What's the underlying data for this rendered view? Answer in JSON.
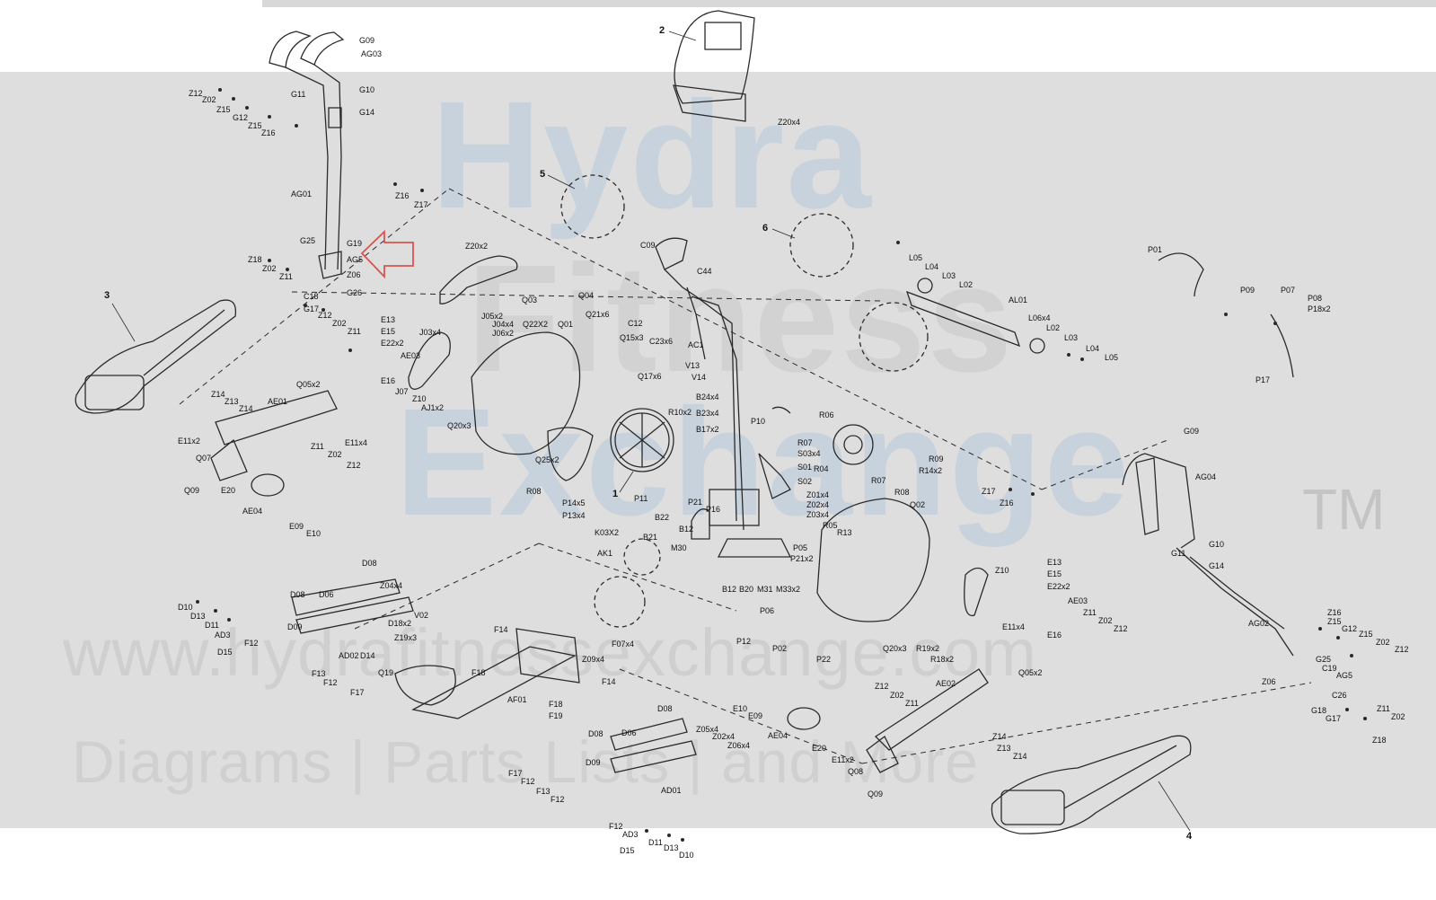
{
  "watermark": {
    "brand_1": "Hydra",
    "brand_2": "Fitness",
    "brand_3": "Exchange",
    "trademark": "TM",
    "url": "www.hydrafitnessexchange.com",
    "tagline": "Diagrams | Parts Lists | and More"
  },
  "colors": {
    "band": "#dedede",
    "line": "#2a2a2a",
    "highlight_arrow": "#d9534f"
  },
  "callouts": {
    "assembly_numbers": [
      "1",
      "2",
      "3",
      "4",
      "5",
      "6"
    ]
  },
  "parts": {
    "l001": "G09",
    "l002": "AG03",
    "l003": "Z12",
    "l004": "Z02",
    "l005": "Z15",
    "l006": "G12",
    "l007": "Z15",
    "l008": "Z16",
    "l009": "G11",
    "l010": "G10",
    "l011": "G14",
    "l012": "AG01",
    "l013": "Z16",
    "l014": "Z17",
    "l015": "G25",
    "l016": "G19",
    "l017": "AG5",
    "l018": "Z18",
    "l019": "Z02",
    "l020": "Z11",
    "l021": "Z06",
    "l022": "C18",
    "l023": "G26",
    "l024": "G17",
    "l025": "Z12",
    "l026": "Z02",
    "l027": "Z11",
    "l028": "E13",
    "l029": "E15",
    "l030": "E22x2",
    "l031": "AE03",
    "l032": "E16",
    "l033": "Q05x2",
    "l034": "Z14",
    "l035": "Z13",
    "l036": "Z14",
    "l037": "AE01",
    "l038": "E11x2",
    "l039": "Q07",
    "l040": "Q09",
    "l041": "E20",
    "l042": "Z11",
    "l043": "Z02",
    "l044": "Z12",
    "l045": "E11x4",
    "l046": "AE04",
    "l047": "E09",
    "l048": "E10",
    "l049": "Z20x2",
    "l050": "Q03",
    "l051": "Q04",
    "l052": "J03x4",
    "l053": "J07",
    "l054": "Z10",
    "l055": "AJ1x2",
    "l056": "J05x2",
    "l057": "J04x4",
    "l058": "J06x2",
    "l059": "Q22X2",
    "l060": "Q01",
    "l061": "Q21x6",
    "l062": "Q15x3",
    "l063": "Q17x6",
    "l064": "Q20x3",
    "l065": "Q25x2",
    "l066": "R08",
    "l067": "C09",
    "l068": "C44",
    "l069": "C12",
    "l070": "C23x6",
    "l071": "AC1",
    "l072": "V13",
    "l073": "V14",
    "l074": "B24x4",
    "l075": "B23x4",
    "l076": "B17x2",
    "l077": "R10x2",
    "l078": "P10",
    "l079": "R06",
    "l080": "R07",
    "l081": "S03x4",
    "l082": "S01",
    "l083": "R04",
    "l084": "S02",
    "l085": "R09",
    "l086": "R14x2",
    "l087": "R07",
    "l088": "R08",
    "l089": "Z01x4",
    "l090": "Z02x4",
    "l091": "Z03x4",
    "l092": "R05",
    "l093": "R13",
    "l094": "P05",
    "l095": "P21x2",
    "l096": "M33x2",
    "l097": "M31",
    "l098": "B20",
    "l099": "B12",
    "l100": "M30",
    "l101": "B12",
    "l102": "B21",
    "l103": "B22",
    "l104": "P21",
    "l105": "P16",
    "l106": "P14x5",
    "l107": "P13x4",
    "l108": "K03X2",
    "l109": "P11",
    "l110": "AK1",
    "l111": "Z20x4",
    "l112": "L05",
    "l113": "L04",
    "l114": "L03",
    "l115": "L02",
    "l116": "AL01",
    "l117": "L06x4",
    "l118": "L02",
    "l119": "L03",
    "l120": "L04",
    "l121": "L05",
    "l122": "P01",
    "l123": "P09",
    "l124": "P07",
    "l125": "P08",
    "l126": "P18x2",
    "l127": "P17",
    "l128": "Q02",
    "l129": "Z17",
    "l130": "Z16",
    "l131": "G09",
    "l132": "AG04",
    "l133": "G11",
    "l134": "G10",
    "l135": "G14",
    "l136": "AG02",
    "l137": "Z16",
    "l138": "Z15",
    "l139": "G12",
    "l140": "Z15",
    "l141": "Z02",
    "l142": "Z12",
    "l143": "G25",
    "l144": "C19",
    "l145": "AG5",
    "l146": "Z06",
    "l147": "C26",
    "l148": "G18",
    "l149": "G17",
    "l150": "Z11",
    "l151": "Z02",
    "l152": "Z18",
    "l153": "Z10",
    "l154": "E13",
    "l155": "E15",
    "l156": "E22x2",
    "l157": "AE03",
    "l158": "Z11",
    "l159": "Z02",
    "l160": "Z12",
    "l161": "E11x4",
    "l162": "E16",
    "l163": "Q20x3",
    "l164": "R19x2",
    "l165": "R18x2",
    "l166": "P06",
    "l167": "P12",
    "l168": "P02",
    "l169": "P22",
    "l170": "Q05x2",
    "l171": "Z12",
    "l172": "Z02",
    "l173": "Z11",
    "l174": "AE02",
    "l175": "Z14",
    "l176": "Z13",
    "l177": "Z14",
    "l178": "E11x2",
    "l179": "Q08",
    "l180": "Q09",
    "l181": "E20",
    "l182": "AE04",
    "l183": "E10",
    "l184": "E09",
    "l185": "D08",
    "l186": "Z04x4",
    "l187": "D08",
    "l188": "D06",
    "l189": "D10",
    "l190": "D13",
    "l191": "D11",
    "l192": "AD3",
    "l193": "F12",
    "l194": "D15",
    "l195": "D09",
    "l196": "V02",
    "l197": "D18x2",
    "l198": "Z19x3",
    "l199": "AD02",
    "l200": "D14",
    "l201": "F13",
    "l202": "F12",
    "l203": "F17",
    "l204": "Q19",
    "l205": "F14",
    "l206": "F07x4",
    "l207": "Z09x4",
    "l208": "F14",
    "l209": "F18",
    "l210": "AF01",
    "l211": "F18",
    "l212": "F19",
    "l213": "D08",
    "l214": "D08",
    "l215": "D06",
    "l216": "Z05x4",
    "l217": "Z02x4",
    "l218": "Z06x4",
    "l219": "D09",
    "l220": "F17",
    "l221": "F12",
    "l222": "F13",
    "l223": "F12",
    "l224": "AD01",
    "l225": "F12",
    "l226": "AD3",
    "l227": "D11",
    "l228": "D13",
    "l229": "D10",
    "l230": "D15"
  }
}
